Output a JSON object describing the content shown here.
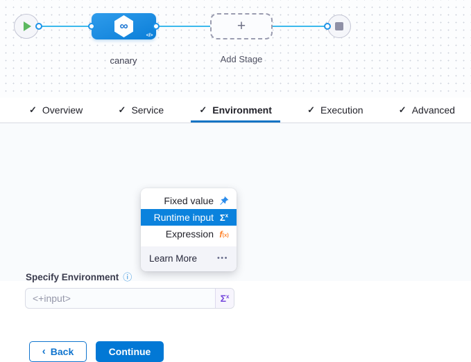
{
  "icons": {
    "check": "✓",
    "info": "ⓘ",
    "infinity": "∞",
    "code": "</>",
    "plus": "+",
    "sigma": "Σ",
    "sigma_sup": "x",
    "fx_f": "f",
    "fx_sub": "(x)",
    "ellipsis": "•••",
    "back_chevron": "‹"
  },
  "canvas": {
    "stage_name": "canary",
    "add_stage_label": "Add Stage"
  },
  "tabs": [
    {
      "label": "Overview",
      "active": false
    },
    {
      "label": "Service",
      "active": false
    },
    {
      "label": "Environment",
      "active": true
    },
    {
      "label": "Execution",
      "active": false
    },
    {
      "label": "Advanced",
      "active": false
    }
  ],
  "panel": {
    "field_label": "Specify Environment",
    "input_placeholder": "<+input>",
    "back_label": "Back",
    "continue_label": "Continue"
  },
  "menu": {
    "items": [
      {
        "label": "Fixed value",
        "icon": "pin-icon",
        "selected": false
      },
      {
        "label": "Runtime input",
        "icon": "sigma-icon",
        "selected": true
      },
      {
        "label": "Expression",
        "icon": "fx-icon",
        "selected": false
      }
    ],
    "footer_label": "Learn More"
  },
  "colors": {
    "accent_blue": "#0278d5",
    "selected_row_blue": "#0b82dd",
    "connector_blue": "#3cb9ec",
    "node_gradient_start": "#2f9ceb",
    "node_gradient_end": "#0b7ed8",
    "sigma_purple": "#7547dc",
    "fx_orange": "#ff832b",
    "pin_blue": "#2b8ceb",
    "play_green": "#5cb860",
    "stop_gray": "#8f90a6"
  }
}
